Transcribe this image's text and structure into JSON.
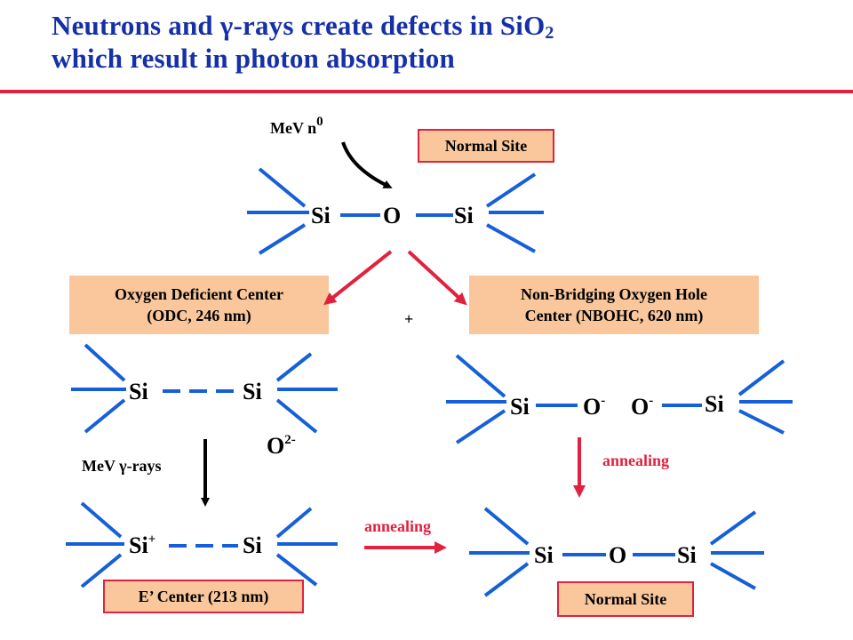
{
  "title": {
    "line1_prefix": "Neutrons and ",
    "gamma": "γ",
    "line1_middle": "-rays create defects in SiO",
    "line1_sub": "2",
    "line2": "which result in photon absorption"
  },
  "top": {
    "neutron_label": "MeV n",
    "neutron_sup": "0",
    "normal_site_label": "Normal Site",
    "si_left": "Si",
    "o": "O",
    "si_right": "Si"
  },
  "odc": {
    "box_line1": "Oxygen Deficient Center",
    "box_line2": "(ODC, 246 nm)",
    "si_left": "Si",
    "si_right": "Si",
    "o_ion": "O",
    "o_ion_sup": "2-"
  },
  "plus": "+",
  "nbohc": {
    "box_line1": "Non-Bridging Oxygen Hole",
    "box_line2": "Center (NBOHC, 620 nm)",
    "si_left": "Si",
    "o_left": "O",
    "o_left_sup": "-",
    "o_right": "O",
    "o_right_sup": "-",
    "si_right": "Si"
  },
  "gamma_rays": {
    "label_prefix": "MeV ",
    "gamma": "γ",
    "label_suffix": "-rays"
  },
  "e_center": {
    "si_left": "Si",
    "si_left_sup": "+",
    "si_right": "Si",
    "box_label": "E’ Center (213 nm)"
  },
  "annealing_right": "annealing",
  "annealing_bottom": "annealing",
  "bottom": {
    "si_left": "Si",
    "o": "O",
    "si_right": "Si",
    "normal_site_label": "Normal Site"
  },
  "colors": {
    "title": "#1530a8",
    "bond": "#1560d8",
    "red_accent": "#e0223f",
    "box_fill": "#f9c79b"
  }
}
